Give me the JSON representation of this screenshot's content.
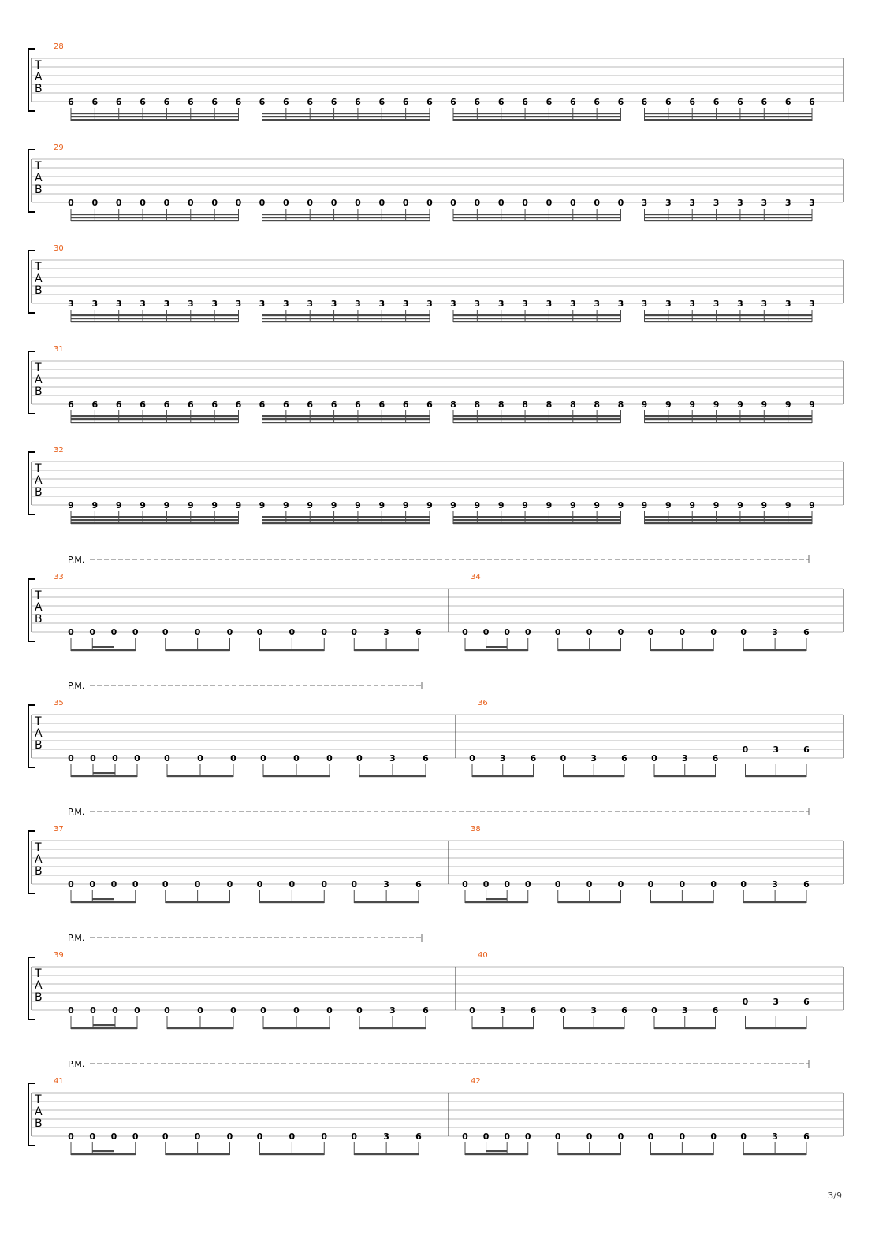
{
  "document": {
    "page_label": "3/9",
    "colors": {
      "measure_number": "#e8601c",
      "staff_line": "#b9b9b9",
      "note": "#000000",
      "beam": "#4a4a4a",
      "pm_line": "#666666"
    },
    "tab_letters": [
      "T",
      "A",
      "B"
    ],
    "pm_label": "P.M.",
    "systems": [
      {
        "measures": [
          {
            "number": "28",
            "groups": [
              {
                "notes": [
                  "6",
                  "6",
                  "6",
                  "6",
                  "6",
                  "6",
                  "6",
                  "6"
                ],
                "beams": 3
              },
              {
                "notes": [
                  "6",
                  "6",
                  "6",
                  "6",
                  "6",
                  "6",
                  "6",
                  "6"
                ],
                "beams": 3
              },
              {
                "notes": [
                  "6",
                  "6",
                  "6",
                  "6",
                  "6",
                  "6",
                  "6",
                  "6"
                ],
                "beams": 3
              },
              {
                "notes": [
                  "6",
                  "6",
                  "6",
                  "6",
                  "6",
                  "6",
                  "6",
                  "6"
                ],
                "beams": 3
              }
            ]
          }
        ]
      },
      {
        "measures": [
          {
            "number": "29",
            "groups": [
              {
                "notes": [
                  "0",
                  "0",
                  "0",
                  "0",
                  "0",
                  "0",
                  "0",
                  "0"
                ],
                "beams": 3
              },
              {
                "notes": [
                  "0",
                  "0",
                  "0",
                  "0",
                  "0",
                  "0",
                  "0",
                  "0"
                ],
                "beams": 3
              },
              {
                "notes": [
                  "0",
                  "0",
                  "0",
                  "0",
                  "0",
                  "0",
                  "0",
                  "0"
                ],
                "beams": 3
              },
              {
                "notes": [
                  "3",
                  "3",
                  "3",
                  "3",
                  "3",
                  "3",
                  "3",
                  "3"
                ],
                "beams": 3
              }
            ]
          }
        ]
      },
      {
        "measures": [
          {
            "number": "30",
            "groups": [
              {
                "notes": [
                  "3",
                  "3",
                  "3",
                  "3",
                  "3",
                  "3",
                  "3",
                  "3"
                ],
                "beams": 3
              },
              {
                "notes": [
                  "3",
                  "3",
                  "3",
                  "3",
                  "3",
                  "3",
                  "3",
                  "3"
                ],
                "beams": 3
              },
              {
                "notes": [
                  "3",
                  "3",
                  "3",
                  "3",
                  "3",
                  "3",
                  "3",
                  "3"
                ],
                "beams": 3
              },
              {
                "notes": [
                  "3",
                  "3",
                  "3",
                  "3",
                  "3",
                  "3",
                  "3",
                  "3"
                ],
                "beams": 3
              }
            ]
          }
        ]
      },
      {
        "measures": [
          {
            "number": "31",
            "groups": [
              {
                "notes": [
                  "6",
                  "6",
                  "6",
                  "6",
                  "6",
                  "6",
                  "6",
                  "6"
                ],
                "beams": 3
              },
              {
                "notes": [
                  "6",
                  "6",
                  "6",
                  "6",
                  "6",
                  "6",
                  "6",
                  "6"
                ],
                "beams": 3
              },
              {
                "notes": [
                  "8",
                  "8",
                  "8",
                  "8",
                  "8",
                  "8",
                  "8",
                  "8"
                ],
                "beams": 3
              },
              {
                "notes": [
                  "9",
                  "9",
                  "9",
                  "9",
                  "9",
                  "9",
                  "9",
                  "9"
                ],
                "beams": 3
              }
            ]
          }
        ]
      },
      {
        "measures": [
          {
            "number": "32",
            "groups": [
              {
                "notes": [
                  "9",
                  "9",
                  "9",
                  "9",
                  "9",
                  "9",
                  "9",
                  "9"
                ],
                "beams": 3
              },
              {
                "notes": [
                  "9",
                  "9",
                  "9",
                  "9",
                  "9",
                  "9",
                  "9",
                  "9"
                ],
                "beams": 3
              },
              {
                "notes": [
                  "9",
                  "9",
                  "9",
                  "9",
                  "9",
                  "9",
                  "9",
                  "9"
                ],
                "beams": 3
              },
              {
                "notes": [
                  "9",
                  "9",
                  "9",
                  "9",
                  "9",
                  "9",
                  "9",
                  "9"
                ],
                "beams": 3
              }
            ]
          }
        ]
      },
      {
        "pm": "full",
        "measures": [
          {
            "number": "33",
            "groups": [
              {
                "notes": [
                  "0",
                  "0",
                  "0",
                  "0"
                ],
                "beams": 1,
                "inner_beam": [
                  1,
                  2
                ]
              },
              {
                "notes": [
                  "0",
                  "0",
                  "0"
                ],
                "beams": 1
              },
              {
                "notes": [
                  "0",
                  "0",
                  "0"
                ],
                "beams": 1
              },
              {
                "notes": [
                  "0",
                  "3",
                  "6"
                ],
                "beams": 1
              }
            ]
          },
          {
            "number": "34",
            "groups": [
              {
                "notes": [
                  "0",
                  "0",
                  "0",
                  "0"
                ],
                "beams": 1,
                "inner_beam": [
                  1,
                  2
                ]
              },
              {
                "notes": [
                  "0",
                  "0",
                  "0"
                ],
                "beams": 1
              },
              {
                "notes": [
                  "0",
                  "0",
                  "0"
                ],
                "beams": 1
              },
              {
                "notes": [
                  "0",
                  "3",
                  "6"
                ],
                "beams": 1
              }
            ]
          }
        ]
      },
      {
        "pm": "half",
        "measures": [
          {
            "number": "35",
            "groups": [
              {
                "notes": [
                  "0",
                  "0",
                  "0",
                  "0"
                ],
                "beams": 1,
                "inner_beam": [
                  1,
                  2
                ]
              },
              {
                "notes": [
                  "0",
                  "0",
                  "0"
                ],
                "beams": 1
              },
              {
                "notes": [
                  "0",
                  "0",
                  "0"
                ],
                "beams": 1
              },
              {
                "notes": [
                  "0",
                  "3",
                  "6"
                ],
                "beams": 1
              }
            ]
          },
          {
            "number": "36",
            "groups": [
              {
                "notes": [
                  "0",
                  "3",
                  "6"
                ],
                "beams": 1
              },
              {
                "notes": [
                  "0",
                  "3",
                  "6"
                ],
                "beams": 1
              },
              {
                "notes": [
                  "0",
                  "3",
                  "6"
                ],
                "beams": 1
              },
              {
                "notes": [
                  "0",
                  "3",
                  "6"
                ],
                "beams": 1,
                "raised": true
              }
            ]
          }
        ]
      },
      {
        "pm": "full",
        "measures": [
          {
            "number": "37",
            "groups": [
              {
                "notes": [
                  "0",
                  "0",
                  "0",
                  "0"
                ],
                "beams": 1,
                "inner_beam": [
                  1,
                  2
                ]
              },
              {
                "notes": [
                  "0",
                  "0",
                  "0"
                ],
                "beams": 1
              },
              {
                "notes": [
                  "0",
                  "0",
                  "0"
                ],
                "beams": 1
              },
              {
                "notes": [
                  "0",
                  "3",
                  "6"
                ],
                "beams": 1
              }
            ]
          },
          {
            "number": "38",
            "groups": [
              {
                "notes": [
                  "0",
                  "0",
                  "0",
                  "0"
                ],
                "beams": 1,
                "inner_beam": [
                  1,
                  2
                ]
              },
              {
                "notes": [
                  "0",
                  "0",
                  "0"
                ],
                "beams": 1
              },
              {
                "notes": [
                  "0",
                  "0",
                  "0"
                ],
                "beams": 1
              },
              {
                "notes": [
                  "0",
                  "3",
                  "6"
                ],
                "beams": 1
              }
            ]
          }
        ]
      },
      {
        "pm": "half",
        "measures": [
          {
            "number": "39",
            "groups": [
              {
                "notes": [
                  "0",
                  "0",
                  "0",
                  "0"
                ],
                "beams": 1,
                "inner_beam": [
                  1,
                  2
                ]
              },
              {
                "notes": [
                  "0",
                  "0",
                  "0"
                ],
                "beams": 1
              },
              {
                "notes": [
                  "0",
                  "0",
                  "0"
                ],
                "beams": 1
              },
              {
                "notes": [
                  "0",
                  "3",
                  "6"
                ],
                "beams": 1
              }
            ]
          },
          {
            "number": "40",
            "groups": [
              {
                "notes": [
                  "0",
                  "3",
                  "6"
                ],
                "beams": 1
              },
              {
                "notes": [
                  "0",
                  "3",
                  "6"
                ],
                "beams": 1
              },
              {
                "notes": [
                  "0",
                  "3",
                  "6"
                ],
                "beams": 1
              },
              {
                "notes": [
                  "0",
                  "3",
                  "6"
                ],
                "beams": 1,
                "raised": true
              }
            ]
          }
        ]
      },
      {
        "pm": "full",
        "measures": [
          {
            "number": "41",
            "groups": [
              {
                "notes": [
                  "0",
                  "0",
                  "0",
                  "0"
                ],
                "beams": 1,
                "inner_beam": [
                  1,
                  2
                ]
              },
              {
                "notes": [
                  "0",
                  "0",
                  "0"
                ],
                "beams": 1
              },
              {
                "notes": [
                  "0",
                  "0",
                  "0"
                ],
                "beams": 1
              },
              {
                "notes": [
                  "0",
                  "3",
                  "6"
                ],
                "beams": 1
              }
            ]
          },
          {
            "number": "42",
            "groups": [
              {
                "notes": [
                  "0",
                  "0",
                  "0",
                  "0"
                ],
                "beams": 1,
                "inner_beam": [
                  1,
                  2
                ]
              },
              {
                "notes": [
                  "0",
                  "0",
                  "0"
                ],
                "beams": 1
              },
              {
                "notes": [
                  "0",
                  "0",
                  "0"
                ],
                "beams": 1
              },
              {
                "notes": [
                  "0",
                  "3",
                  "6"
                ],
                "beams": 1
              }
            ]
          }
        ]
      }
    ]
  }
}
